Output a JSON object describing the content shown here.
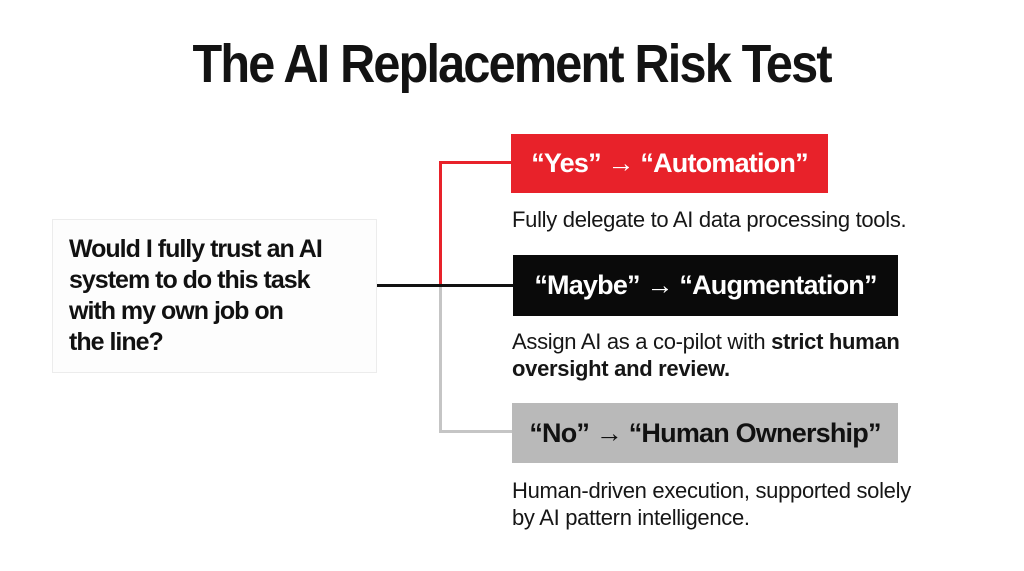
{
  "page": {
    "title": "The AI Replacement Risk Test"
  },
  "question": {
    "lines": [
      "Would I fully trust an AI",
      "system to do this task",
      "with my own job on",
      "the line?"
    ]
  },
  "branches": [
    {
      "answer": "Yes",
      "label": "“Yes” → “Automation”",
      "box_color": "#e8222a",
      "label_color": "#ffffff",
      "desc_lines": [
        {
          "regular": "Fully delegate to AI data processing tools.",
          "bold": ""
        },
        {
          "regular": "",
          "bold": ""
        }
      ]
    },
    {
      "answer": "Maybe",
      "label": "“Maybe” → “Augmentation”",
      "box_color": "#0a0a0a",
      "label_color": "#ffffff",
      "desc_lines": [
        {
          "regular": "Assign AI as a co-pilot with ",
          "bold": "strict human"
        },
        {
          "regular": "",
          "bold": "oversight and review."
        }
      ]
    },
    {
      "answer": "No",
      "label": "“No” → “Human Ownership”",
      "box_color": "#b9b9b9",
      "label_color": "#111111",
      "desc_lines": [
        {
          "regular": "Human-driven execution, supported solely",
          "bold": ""
        },
        {
          "regular": "by AI pattern intelligence.",
          "bold": ""
        }
      ]
    }
  ],
  "connectors": {
    "yes_color": "#e8222a",
    "maybe_color": "#111111",
    "no_color": "#c5c5c5"
  }
}
